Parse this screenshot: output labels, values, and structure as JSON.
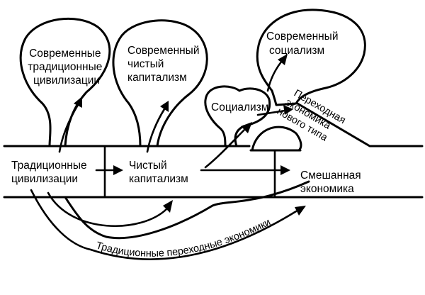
{
  "labels": {
    "modern_traditional": [
      "Современные",
      "традиционные",
      "цивилизации"
    ],
    "modern_pure_capitalism": [
      "Современный",
      "чистый",
      "капитализм"
    ],
    "modern_socialism": [
      "Современный",
      "социализм"
    ],
    "socialism": "Социализм",
    "transitional_new_type": [
      "Переходная",
      "экономика",
      "нового типа"
    ],
    "traditional_civilizations": [
      "Традиционные",
      "цивилизации"
    ],
    "pure_capitalism": [
      "Чистый",
      "капитализм"
    ],
    "mixed_economy": [
      "Смешанная",
      "экономика"
    ],
    "traditional_transitional": "Традиционные переходные экономики"
  }
}
